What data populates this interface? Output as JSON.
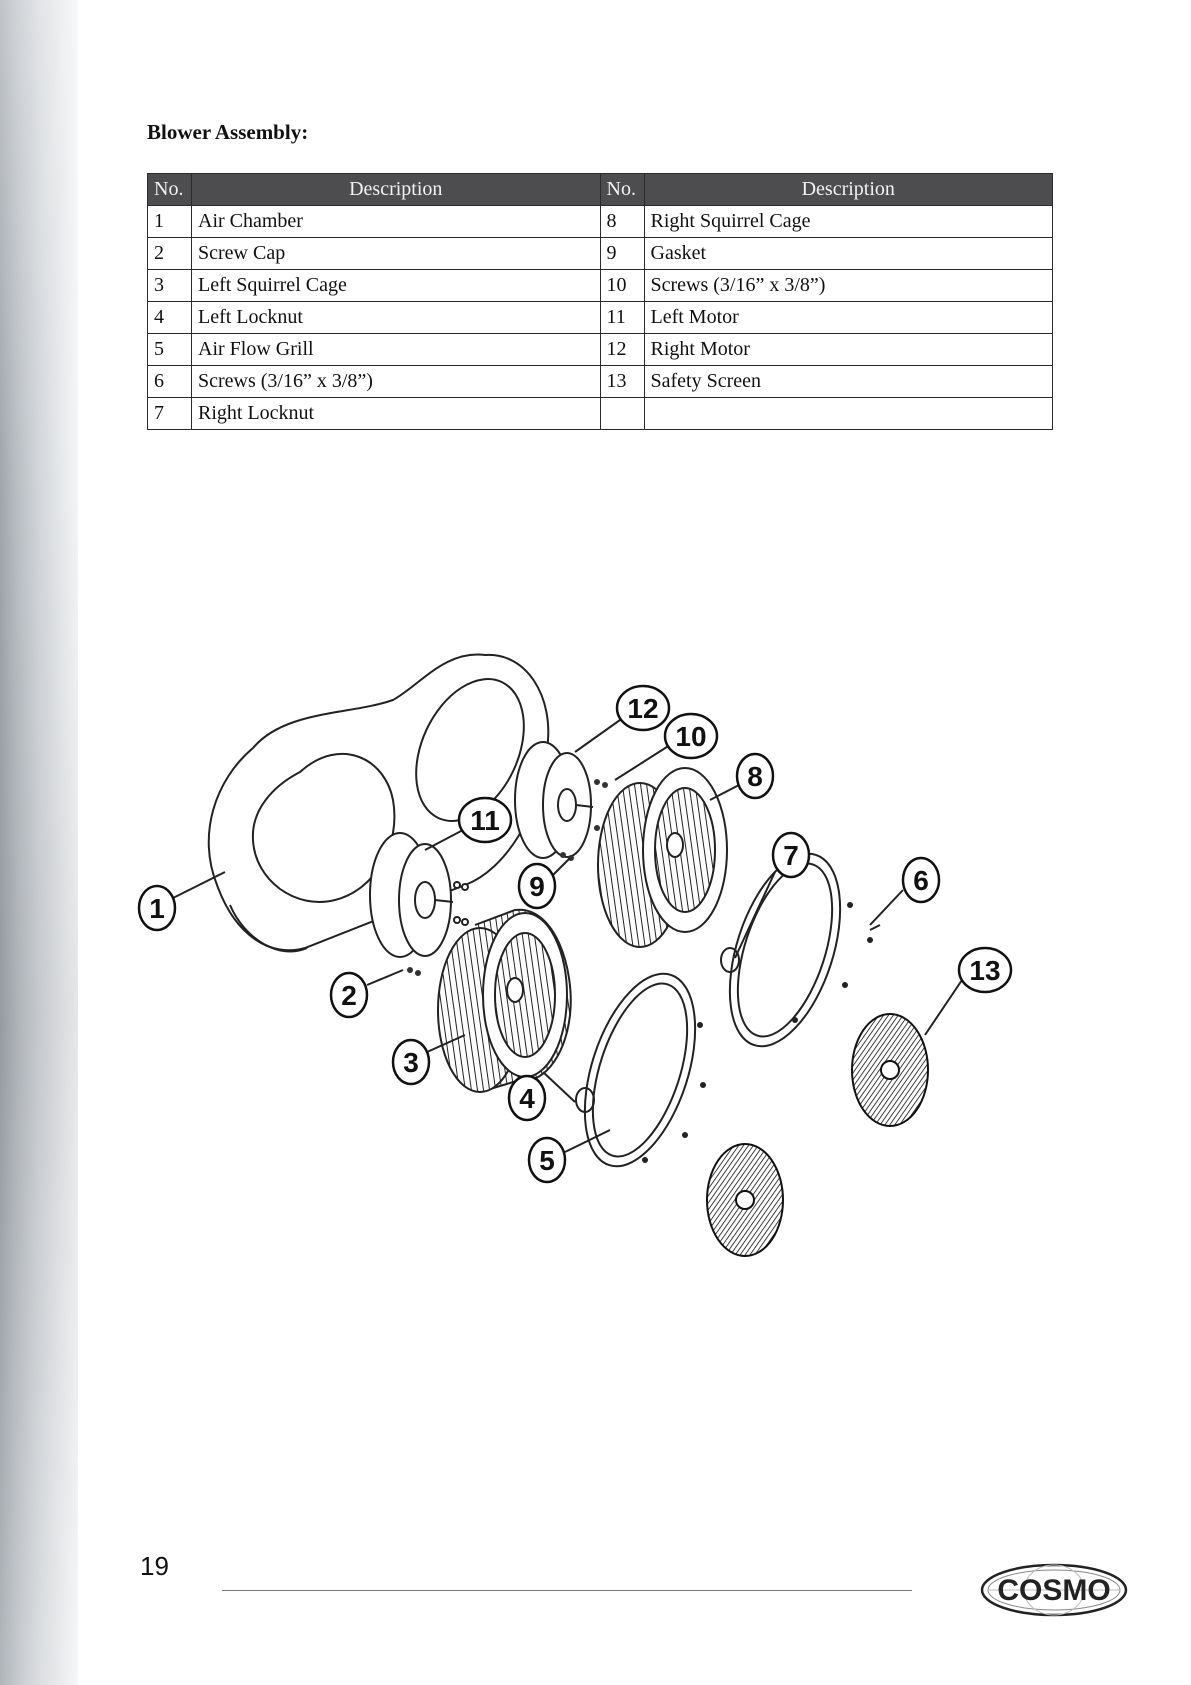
{
  "section": {
    "title": "Blower Assembly:"
  },
  "parts_table": {
    "headers": [
      "No.",
      "Description",
      "No.",
      "Description"
    ],
    "rows": [
      [
        "1",
        "Air Chamber",
        "8",
        "Right Squirrel Cage"
      ],
      [
        "2",
        "Screw Cap",
        "9",
        "Gasket"
      ],
      [
        "3",
        "Left Squirrel Cage",
        "10",
        "Screws (3/16” x 3/8”)"
      ],
      [
        "4",
        "Left Locknut",
        "11",
        "Left Motor"
      ],
      [
        "5",
        "Air Flow Grill",
        "12",
        "Right Motor"
      ],
      [
        "6",
        "Screws (3/16” x 3/8”)",
        "13",
        "Safety Screen"
      ],
      [
        "7",
        "Right Locknut",
        "",
        ""
      ]
    ]
  },
  "diagram": {
    "callouts": [
      "1",
      "2",
      "3",
      "4",
      "5",
      "6",
      "7",
      "8",
      "9",
      "10",
      "11",
      "12",
      "13"
    ]
  },
  "footer": {
    "page_number": "19",
    "logo_text": "COSMO"
  },
  "colors": {
    "table_header_bg": "#4d4d4f",
    "table_header_text": "#f2f2f2",
    "sidebar_gray": "#b9bec3"
  }
}
